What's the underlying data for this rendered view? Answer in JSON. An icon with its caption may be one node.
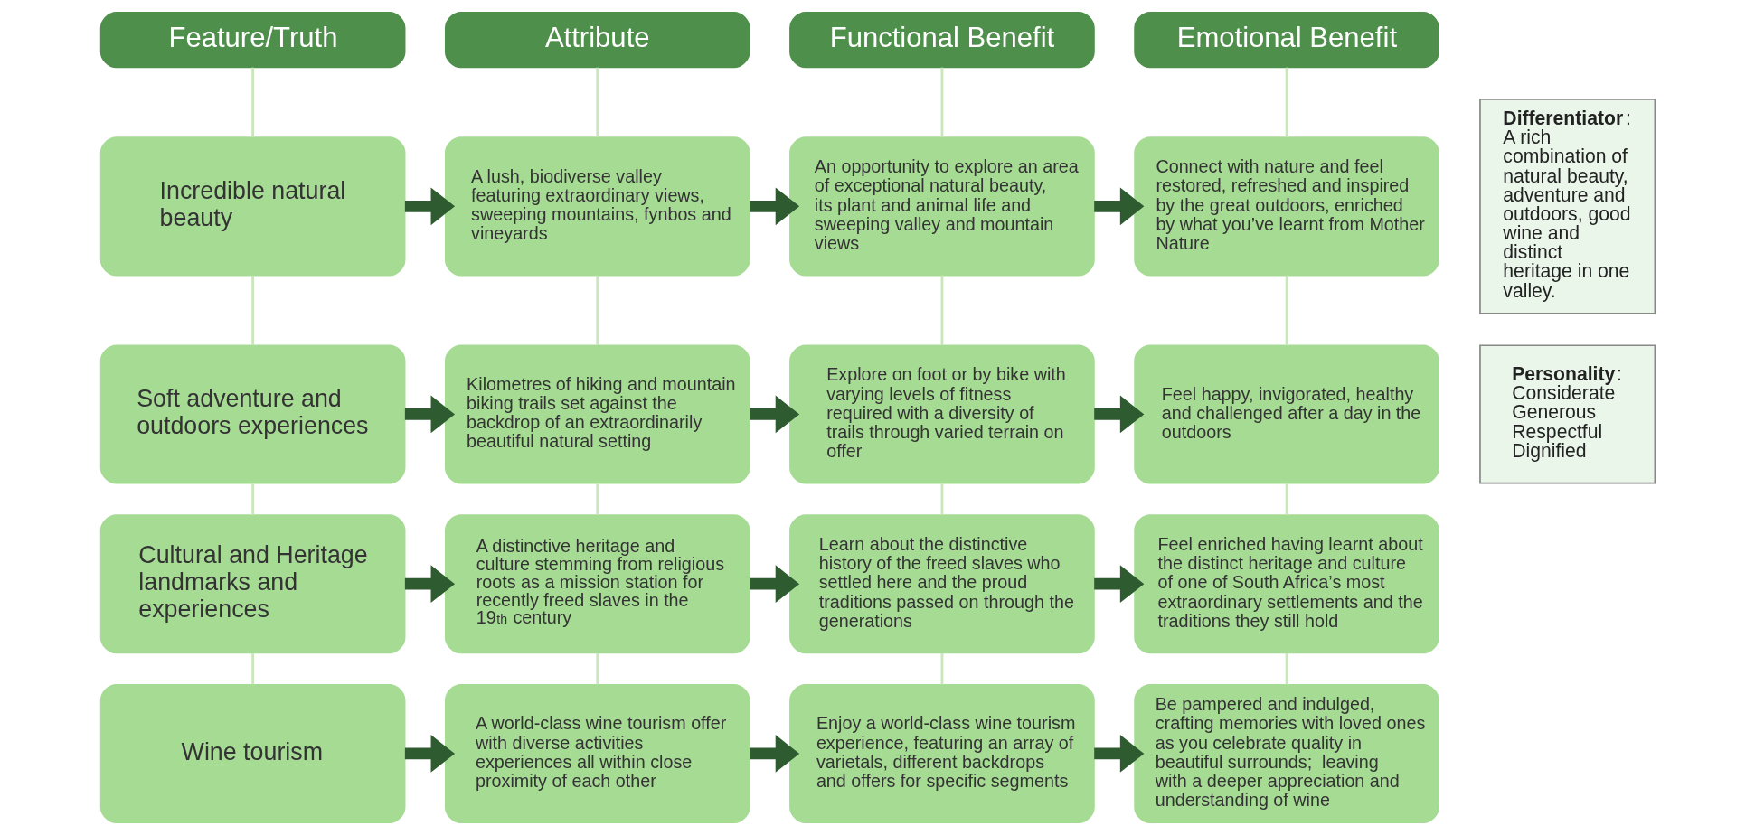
{
  "diagram": {
    "nodes": [
      {
        "text": [
          "Feature/Truth"
        ]
      },
      {
        "text": [
          "Attribute"
        ]
      },
      {
        "text": [
          "Functional Benefit"
        ]
      },
      {
        "text": [
          "Emotional Benefit"
        ]
      },
      {
        "text": [
          "Incredible natural beauty"
        ]
      },
      {
        "text": [
          "A lush, biodiverse valley featuring extraordinary views, sweeping mountains, fynbos and vineyards"
        ]
      },
      {
        "text": [
          "An opportunity to explore an area of exceptional natural beauty, its plant and animal life and sweeping valley and mountain views"
        ]
      },
      {
        "text": [
          "Connect with nature and feel restored, refreshed and inspired by the great outdoors, enriched by what you’ve learnt from Mother Nature"
        ]
      },
      {
        "text": [
          "Soft adventure and outdoors experiences"
        ]
      },
      {
        "text": [
          "Kilometres of hiking and mountain biking trails set against the backdrop of an extraordinarily beautiful natural setting"
        ]
      },
      {
        "text": [
          "Explore on foot or by bike with varying levels of fitness required with a diversity of trails through varied terrain on offer"
        ]
      },
      {
        "text": [
          "Feel happy, invigorated, healthy and challenged after a day in the outdoors"
        ]
      },
      {
        "text": [
          "Cultural and Heritage landmarks and experiences"
        ]
      },
      {
        "text": [
          "A distinctive heritage and culture stemming from religious roots as a mission station for recently freed slaves in the 19$^{th}$ century"
        ]
      },
      {
        "text": [
          "Learn about the distinctive history of the freed slaves who settled here and the proud traditions passed on through the generations"
        ]
      },
      {
        "text": [
          "Feel enriched having learnt about the distinct heritage and culture of one of South Africa’s most extraordinary settlements and the traditions they still hold"
        ]
      },
      {
        "text": [
          "Wine tourism"
        ]
      },
      {
        "text": [
          "A world-class wine tourism offer with diverse activities experiences all within close proximity of each other"
        ]
      },
      {
        "text": [
          "Enjoy a world-class wine tourism experience, featuring an array of varietals, different backdrops and offers for specific segments"
        ]
      },
      {
        "text": [
          "Be pampered and indulged, crafting memories with loved ones as you celebrate quality in beautiful surrounds;  leaving with a deeper appreciation and understanding of wine"
        ]
      },
      {
        "text": [
          "**Differentiator**:",
          "A rich combination of natural beauty, adventure and outdoors, good wine and distinct heritage in one valley."
        ]
      },
      {
        "text": [
          "**Personality**:",
          "Considerate",
          "Generous",
          "Respectful",
          "Dignified"
        ]
      }
    ],
    "edges": [
      {
        "from": 0,
        "to": 4,
        "arrow": "none"
      },
      {
        "from": 1,
        "to": 5,
        "arrow": "none"
      },
      {
        "from": 2,
        "to": 6,
        "arrow": "none"
      },
      {
        "from": 3,
        "to": 7,
        "arrow": "none"
      },
      {
        "from": 4,
        "to": 5,
        "arrow": "to",
        "style": "thick",
        "color": "#2e5b30"
      },
      {
        "from": 5,
        "to": 6,
        "arrow": "to",
        "style": "thick",
        "color": "#2e5b30"
      },
      {
        "from": 6,
        "to": 7,
        "arrow": "to",
        "style": "thick",
        "color": "#2e5b30"
      },
      {
        "from": 4,
        "to": 8,
        "arrow": "none"
      },
      {
        "from": 5,
        "to": 9,
        "arrow": "none"
      },
      {
        "from": 6,
        "to": 10,
        "arrow": "none"
      },
      {
        "from": 7,
        "to": 11,
        "arrow": "none"
      },
      {
        "from": 8,
        "to": 9,
        "arrow": "to",
        "style": "thick",
        "color": "#2e5b30"
      },
      {
        "from": 9,
        "to": 10,
        "arrow": "to",
        "style": "thick",
        "color": "#2e5b30"
      },
      {
        "from": 10,
        "to": 11,
        "arrow": "to",
        "style": "thick",
        "color": "#2e5b30"
      },
      {
        "from": 8,
        "to": 12,
        "arrow": "none"
      },
      {
        "from": 9,
        "to": 13,
        "arrow": "none"
      },
      {
        "from": 10,
        "to": 14,
        "arrow": "none"
      },
      {
        "from": 11,
        "to": 15,
        "arrow": "none"
      },
      {
        "from": 12,
        "to": 13,
        "arrow": "to",
        "style": "thick",
        "color": "#2e5b30"
      },
      {
        "from": 13,
        "to": 14,
        "arrow": "to",
        "style": "thick",
        "color": "#2e5b30"
      },
      {
        "from": 14,
        "to": 15,
        "arrow": "to",
        "style": "thick",
        "color": "#2e5b30"
      },
      {
        "from": 12,
        "to": 16,
        "arrow": "none"
      },
      {
        "from": 13,
        "to": 17,
        "arrow": "none"
      },
      {
        "from": 14,
        "to": 18,
        "arrow": "none"
      },
      {
        "from": 15,
        "to": 19,
        "arrow": "none"
      },
      {
        "from": 16,
        "to": 17,
        "arrow": "to",
        "style": "thick",
        "color": "#2e5b30"
      },
      {
        "from": 17,
        "to": 18,
        "arrow": "to",
        "style": "thick",
        "color": "#2e5b30"
      },
      {
        "from": 18,
        "to": 19,
        "arrow": "to",
        "style": "thick",
        "color": "#2e5b30"
      }
    ]
  }
}
